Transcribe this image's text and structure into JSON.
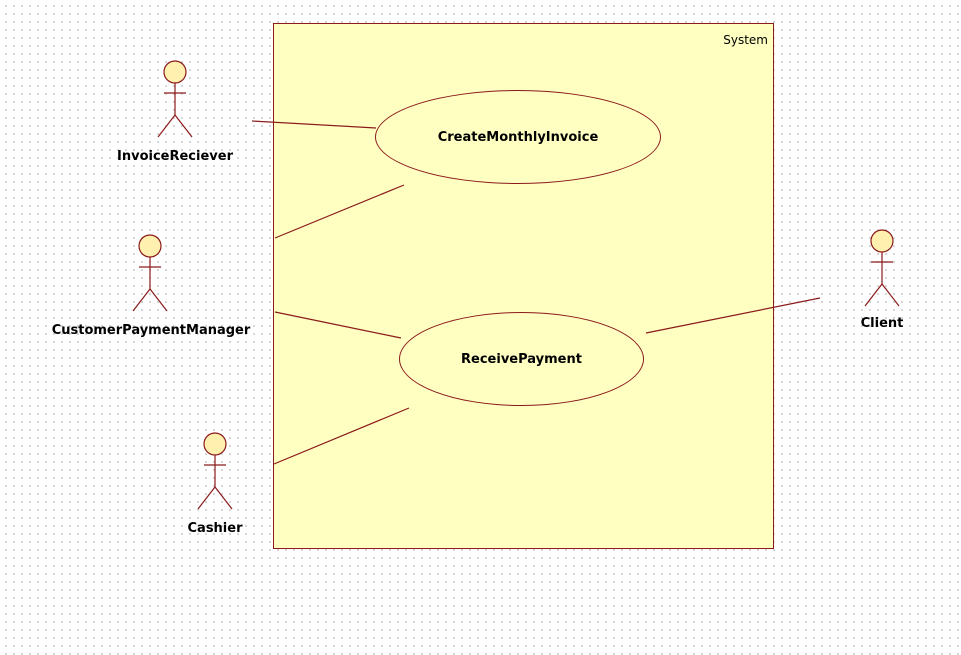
{
  "system": {
    "label": "System"
  },
  "use_cases": [
    {
      "id": "create",
      "label": "CreateMonthlyInvoice"
    },
    {
      "id": "receive",
      "label": "ReceivePayment"
    }
  ],
  "actors": [
    {
      "id": "invoice",
      "label": "InvoiceReciever"
    },
    {
      "id": "manager",
      "label": "CustomerPaymentManager"
    },
    {
      "id": "cashier",
      "label": "Cashier"
    },
    {
      "id": "client",
      "label": "Client"
    }
  ],
  "associations": [
    {
      "from": "InvoiceReciever",
      "to": "CreateMonthlyInvoice"
    },
    {
      "from": "CustomerPaymentManager",
      "to": "CreateMonthlyInvoice"
    },
    {
      "from": "CustomerPaymentManager",
      "to": "ReceivePayment"
    },
    {
      "from": "Cashier",
      "to": "ReceivePayment"
    },
    {
      "from": "Client",
      "to": "ReceivePayment"
    }
  ],
  "colors": {
    "stroke": "#8b1a1a",
    "fill": "#ffffc2",
    "actor_head_fill": "#fff0b0"
  }
}
